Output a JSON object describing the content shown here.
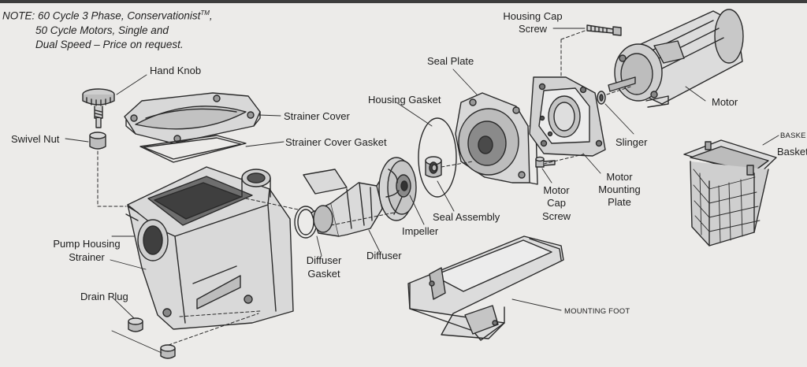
{
  "note": {
    "line1": "NOTE: 60 Cycle 3 Phase, Conservationist",
    "tm": "TM",
    "line1_end": ",",
    "line2": "50 Cycle Motors, Single and",
    "line3": "Dual Speed – Price on request."
  },
  "labels": {
    "hand_knob": "Hand Knob",
    "swivel_nut": "Swivel Nut",
    "strainer_cover": "Strainer Cover",
    "strainer_cover_gasket": "Strainer Cover Gasket",
    "pump_housing_strainer_1": "Pump Housing",
    "pump_housing_strainer_2": "Strainer",
    "drain_plug": "Drain Plug",
    "diffuser_gasket_1": "Diffuser",
    "diffuser_gasket_2": "Gasket",
    "diffuser": "Diffuser",
    "impeller": "Impeller",
    "seal_assembly": "Seal Assembly",
    "housing_gasket": "Housing Gasket",
    "seal_plate": "Seal Plate",
    "housing_cap_screw_1": "Housing Cap",
    "housing_cap_screw_2": "Screw",
    "motor": "Motor",
    "slinger": "Slinger",
    "motor_cap_screw_1": "Motor",
    "motor_cap_screw_2": "Cap",
    "motor_cap_screw_3": "Screw",
    "motor_mounting_plate_1": "Motor",
    "motor_mounting_plate_2": "Mounting",
    "motor_mounting_plate_3": "Plate",
    "mounting_foot": "MOUNTING FOOT",
    "basket_caps": "BASKE",
    "basket": "Basket"
  }
}
